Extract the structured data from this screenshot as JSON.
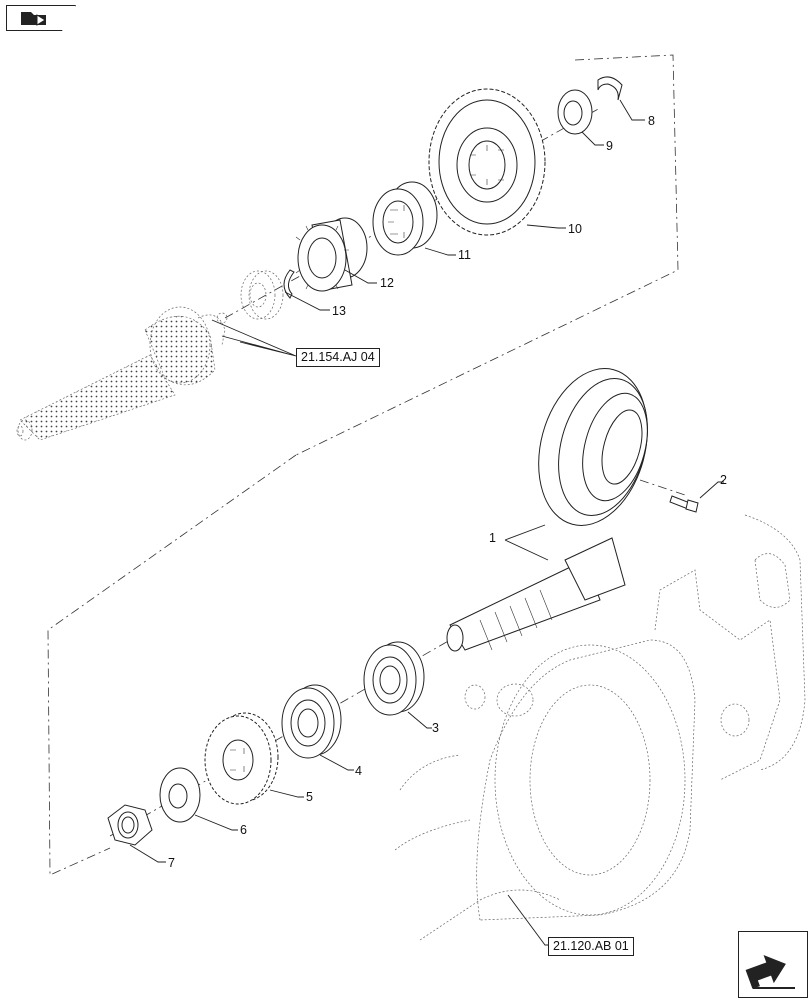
{
  "callouts": [
    "1",
    "2",
    "3",
    "4",
    "5",
    "6",
    "7",
    "8",
    "9",
    "10",
    "11",
    "12",
    "13"
  ],
  "references": {
    "shaft_ref": "21.154.AJ 04",
    "housing_ref": "21.120.AB 01"
  },
  "icons": {
    "top_left": "folder-back-icon",
    "bottom_right": "next-page-arrow-icon"
  },
  "colors": {
    "line": "#222222",
    "background": "#ffffff"
  }
}
